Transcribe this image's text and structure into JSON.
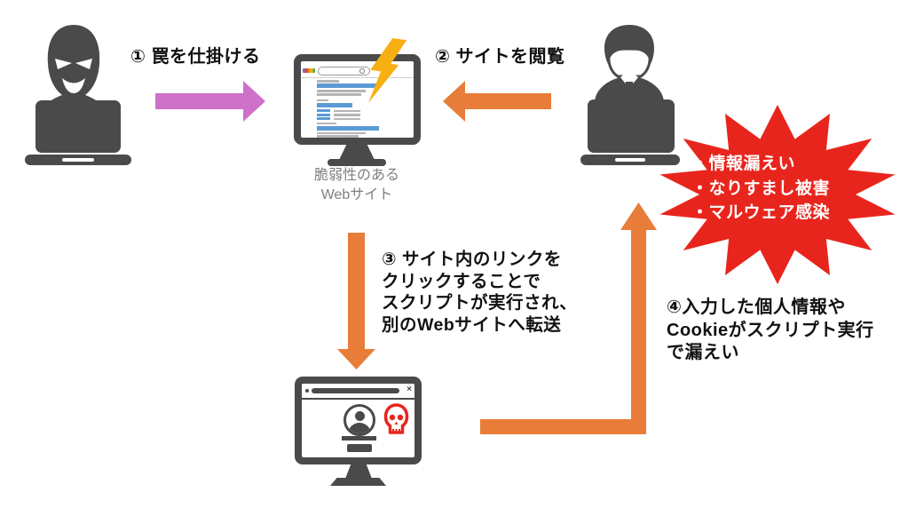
{
  "steps": {
    "step1": {
      "label": "① 罠を仕掛ける"
    },
    "step2": {
      "label": "② サイトを閲覧"
    },
    "step3": {
      "label": "③ サイト内のリンクを\nクリックすることで\nスクリプトが実行され、\n別のWebサイトへ転送"
    },
    "step4": {
      "label": "④入力した個人情報や\nCookieがスクリプト実行\nで漏えい"
    }
  },
  "vulnerable_site": {
    "caption": "脆弱性のある\nWebサイト"
  },
  "damage_burst": {
    "items": [
      "・情報漏えい",
      "・なりすまし被害",
      "・マルウェア感染"
    ]
  },
  "window_chrome": {
    "close_glyph": "×"
  },
  "icons": {
    "attacker": "masked-attacker-with-laptop",
    "victim": "business-user-with-laptop",
    "vulnerable_site": "monitor-search-results",
    "hazard": "lightning-bolt",
    "malicious_site": "monitor-skull-page",
    "skull": "skull",
    "avatar": "user-avatar"
  },
  "colors": {
    "arrow_pink": "#cf71c9",
    "arrow_orange": "#e87d3a",
    "alert_red": "#e8251d",
    "icon_gray": "#4a4a4a",
    "link_blue": "#5b9bd5",
    "bolt_yellow": "#f7b011",
    "caption_gray": "#7f7f7f"
  }
}
